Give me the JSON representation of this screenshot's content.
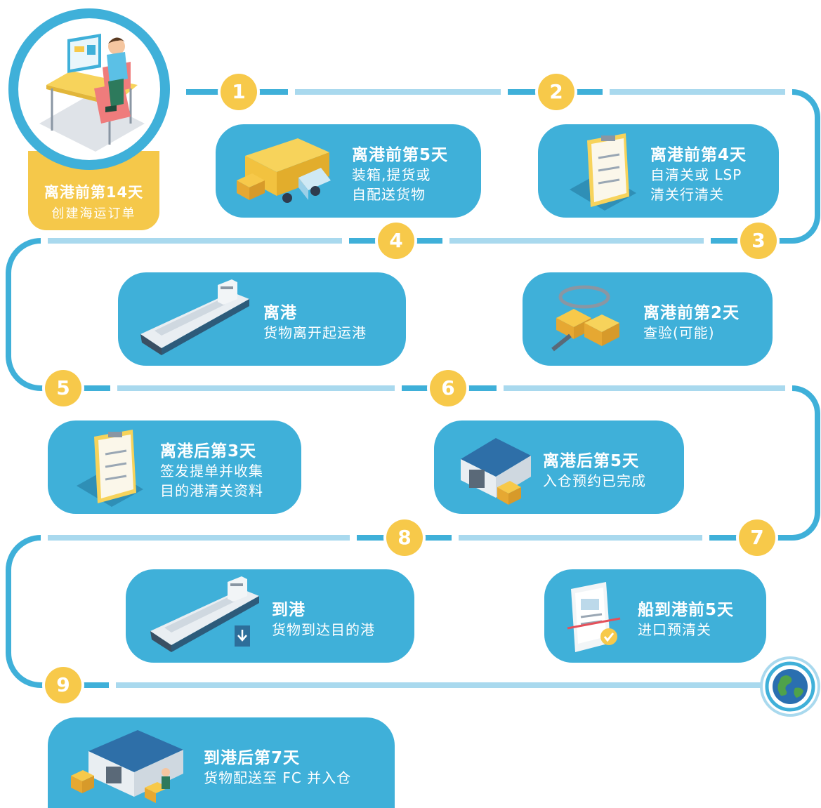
{
  "start": {
    "title": "离港前第14天",
    "subtitle": "创建海运订单"
  },
  "steps": [
    {
      "number": "1",
      "title": "离港前第5天",
      "desc": "装箱,提货或\n自配送货物"
    },
    {
      "number": "2",
      "title": "离港前第4天",
      "desc": "自清关或 LSP\n清关行清关"
    },
    {
      "number": "3",
      "title": "离港前第2天",
      "desc": "查验(可能)"
    },
    {
      "number": "4",
      "title": "离港",
      "desc": "货物离开起运港"
    },
    {
      "number": "5",
      "title": "离港后第3天",
      "desc": "签发提单并收集\n目的港清关资料"
    },
    {
      "number": "6",
      "title": "离港后第5天",
      "desc": "入仓预约已完成"
    },
    {
      "number": "7",
      "title": "船到港前5天",
      "desc": "进口预清关"
    },
    {
      "number": "8",
      "title": "到港",
      "desc": "货物到达目的港"
    },
    {
      "number": "9",
      "title": "到港后第7天",
      "desc": "货物配送至 FC 并入仓"
    }
  ],
  "colors": {
    "card": "#3fb0d9",
    "badge": "#f7c94a",
    "path": "#3fb0d9",
    "path_light": "#a9d9ee",
    "start_box": "#f5c84a"
  }
}
